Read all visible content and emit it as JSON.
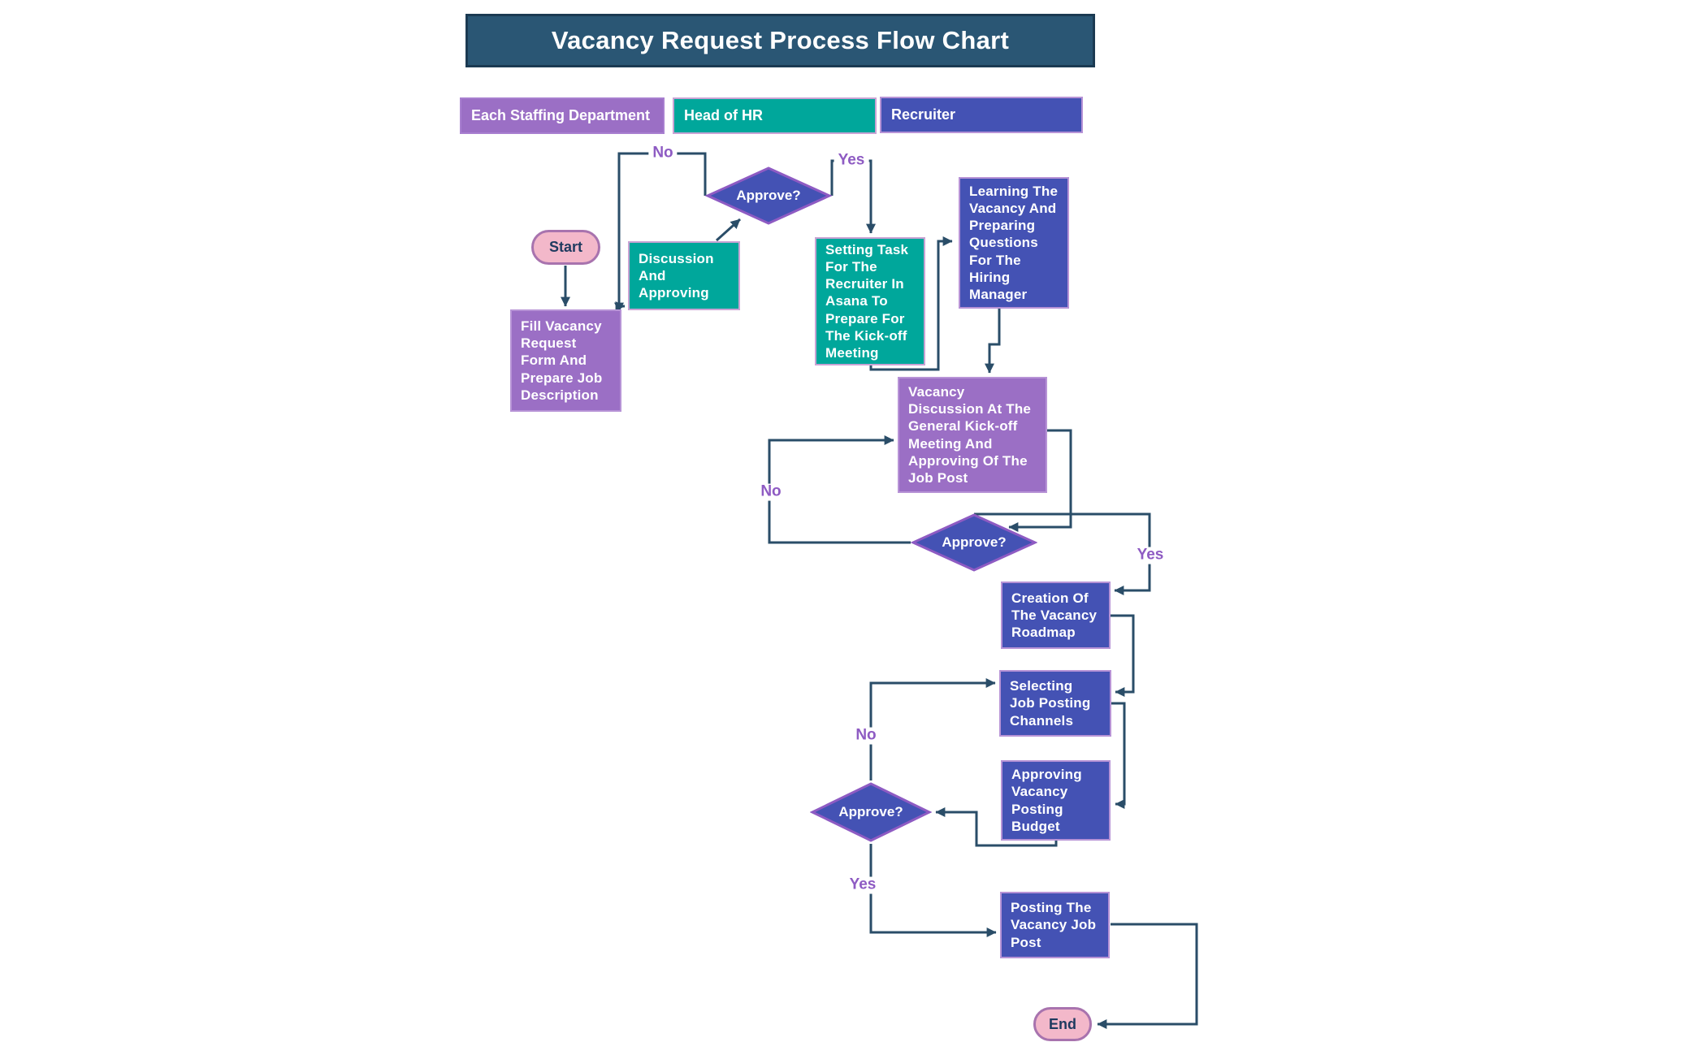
{
  "title": "Vacancy Request Process Flow Chart",
  "lanes": [
    {
      "label": "Each Staffing Department",
      "color": "#9B6FC5"
    },
    {
      "label": "Head of HR",
      "color": "#00A79B"
    },
    {
      "label": "Recruiter",
      "color": "#4452B4"
    }
  ],
  "nodes": {
    "start": {
      "label": "Start",
      "type": "terminator"
    },
    "fill_vacancy": {
      "label": "Fill Vacancy Request Form And Prepare Job Description",
      "type": "process",
      "lane": "Each Staffing Department"
    },
    "discussion": {
      "label": "Discussion And Approving",
      "type": "process",
      "lane": "Head of HR"
    },
    "approve1": {
      "label": "Approve?",
      "type": "decision"
    },
    "setting_task": {
      "label": "Setting Task For The Recruiter In Asana To Prepare For The Kick-off Meeting",
      "type": "process",
      "lane": "Head of HR"
    },
    "learning": {
      "label": "Learning The Vacancy And Preparing Questions For The Hiring Manager",
      "type": "process",
      "lane": "Recruiter"
    },
    "vacancy_discussion": {
      "label": "Vacancy Discussion At The General Kick-off Meeting And Approving Of The Job Post",
      "type": "process",
      "lane": "Each Staffing Department"
    },
    "approve2": {
      "label": "Approve?",
      "type": "decision"
    },
    "creation": {
      "label": "Creation Of The Vacancy Roadmap",
      "type": "process",
      "lane": "Recruiter"
    },
    "selecting": {
      "label": "Selecting Job Posting Channels",
      "type": "process",
      "lane": "Recruiter"
    },
    "approve3": {
      "label": "Approve?",
      "type": "decision"
    },
    "approving_budget": {
      "label": "Approving Vacancy Posting Budget",
      "type": "process",
      "lane": "Recruiter"
    },
    "posting": {
      "label": "Posting The Vacancy Job Post",
      "type": "process",
      "lane": "Recruiter"
    },
    "end": {
      "label": "End",
      "type": "terminator"
    }
  },
  "edge_labels": {
    "no1": "No",
    "yes1": "Yes",
    "no2": "No",
    "yes2": "Yes",
    "no3": "No",
    "yes3": "Yes"
  },
  "edges": [
    {
      "from": "start",
      "to": "fill_vacancy",
      "label": ""
    },
    {
      "from": "fill_vacancy",
      "to": "discussion",
      "label": ""
    },
    {
      "from": "discussion",
      "to": "approve1",
      "label": ""
    },
    {
      "from": "approve1",
      "to": "fill_vacancy",
      "label": "No"
    },
    {
      "from": "approve1",
      "to": "setting_task",
      "label": "Yes"
    },
    {
      "from": "setting_task",
      "to": "learning",
      "label": ""
    },
    {
      "from": "learning",
      "to": "vacancy_discussion",
      "label": ""
    },
    {
      "from": "vacancy_discussion",
      "to": "approve2",
      "label": ""
    },
    {
      "from": "approve2",
      "to": "vacancy_discussion",
      "label": "No"
    },
    {
      "from": "approve2",
      "to": "creation",
      "label": "Yes"
    },
    {
      "from": "creation",
      "to": "selecting",
      "label": ""
    },
    {
      "from": "selecting",
      "to": "approving_budget",
      "label": ""
    },
    {
      "from": "approving_budget",
      "to": "approve3",
      "label": ""
    },
    {
      "from": "approve3",
      "to": "selecting",
      "label": "No"
    },
    {
      "from": "approve3",
      "to": "posting",
      "label": "Yes"
    },
    {
      "from": "posting",
      "to": "end",
      "label": ""
    }
  ],
  "colors": {
    "title_bg": "#2A5674",
    "purple": "#9B6FC5",
    "teal": "#00A79B",
    "indigo": "#4452B4",
    "diamond_border": "#8E5BC3",
    "pink": "#F3B8CA",
    "pink_border": "#A873AE",
    "connector": "#2A4D68",
    "edge_label_text": "#8E5BC3"
  }
}
